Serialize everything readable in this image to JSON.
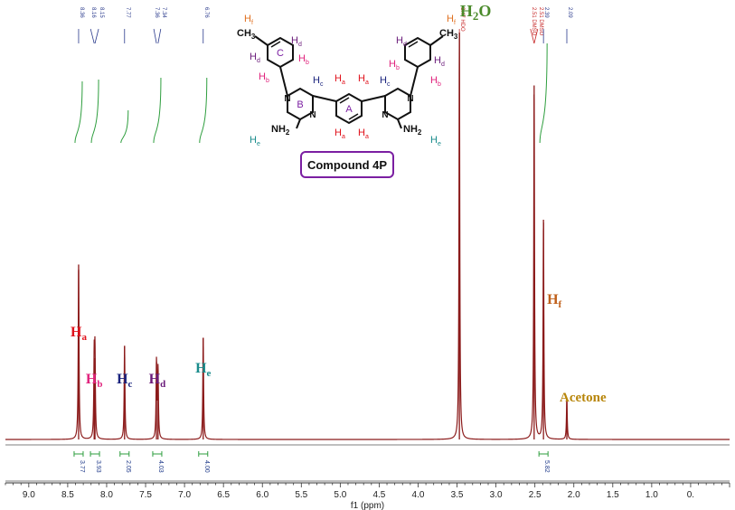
{
  "chart_data": {
    "type": "line",
    "xlabel": "f1 (ppm)",
    "xlim": [
      9.3,
      0.0
    ],
    "x_ticks": [
      "9.0",
      "8.5",
      "8.0",
      "7.5",
      "7.0",
      "6.5",
      "6.0",
      "5.5",
      "5.0",
      "4.5",
      "4.0",
      "3.5",
      "3.0",
      "2.5",
      "2.0",
      "1.5",
      "1.0",
      "0."
    ],
    "colors": {
      "spectrum": "#8b1a1a",
      "integral": "#2e9e3e",
      "shift": "#2a3a8c",
      "residual": "#c62828"
    },
    "peaks": [
      {
        "ppm": 8.36,
        "intensity": 0.43
      },
      {
        "ppm": 8.16,
        "intensity": 0.19
      },
      {
        "ppm": 8.15,
        "intensity": 0.2
      },
      {
        "ppm": 7.77,
        "intensity": 0.23
      },
      {
        "ppm": 7.36,
        "intensity": 0.19
      },
      {
        "ppm": 7.34,
        "intensity": 0.17
      },
      {
        "ppm": 6.76,
        "intensity": 0.25
      },
      {
        "ppm": 3.47,
        "intensity": 1.0
      },
      {
        "ppm": 2.51,
        "intensity": 0.87
      },
      {
        "ppm": 2.39,
        "intensity": 0.54
      },
      {
        "ppm": 2.09,
        "intensity": 0.1
      }
    ],
    "shift_labels": [
      {
        "ppm": 8.36,
        "text": "8.36",
        "color": "#2a3a8c"
      },
      {
        "ppm": 8.16,
        "text": "8.16",
        "color": "#2a3a8c"
      },
      {
        "ppm": 8.15,
        "text": "8.15",
        "color": "#2a3a8c"
      },
      {
        "ppm": 7.77,
        "text": "7.77",
        "color": "#2a3a8c"
      },
      {
        "ppm": 7.36,
        "text": "7.36",
        "color": "#2a3a8c"
      },
      {
        "ppm": 7.34,
        "text": "7.34",
        "color": "#2a3a8c"
      },
      {
        "ppm": 6.76,
        "text": "6.76",
        "color": "#2a3a8c"
      },
      {
        "ppm": 3.47,
        "text": "3.47 HDO",
        "color": "#c62828"
      },
      {
        "ppm": 2.51,
        "text": "2.51 DMSO",
        "color": "#c62828"
      },
      {
        "ppm": 2.51,
        "text": "2.51 DMSO",
        "color": "#c62828"
      },
      {
        "ppm": 2.39,
        "text": "2.39",
        "color": "#2a3a8c"
      },
      {
        "ppm": 2.09,
        "text": "2.09",
        "color": "#2a3a8c"
      }
    ],
    "integrals": [
      {
        "ppm": 8.36,
        "value": "3.77"
      },
      {
        "ppm": 8.15,
        "value": "3.93"
      },
      {
        "ppm": 7.77,
        "value": "2.05"
      },
      {
        "ppm": 7.35,
        "value": "4.03"
      },
      {
        "ppm": 6.76,
        "value": "4.00"
      },
      {
        "ppm": 2.39,
        "value": "5.82"
      }
    ],
    "annotations": [
      {
        "ppm": 8.36,
        "main": "H",
        "sub": "a",
        "color": "#e0101a",
        "size": 16
      },
      {
        "ppm": 8.16,
        "main": "H",
        "sub": "b",
        "color": "#e0227c",
        "size": 16
      },
      {
        "ppm": 7.77,
        "main": "H",
        "sub": "c",
        "color": "#1a237e",
        "size": 16
      },
      {
        "ppm": 7.35,
        "main": "H",
        "sub": "d",
        "color": "#6a1b7a",
        "size": 16
      },
      {
        "ppm": 6.76,
        "main": "H",
        "sub": "e",
        "color": "#1a8c8c",
        "size": 16
      },
      {
        "ppm": 3.47,
        "main": "H",
        "sub": "2",
        "tail": "O",
        "color": "#4a8a2a",
        "size": 18
      },
      {
        "ppm": 2.39,
        "main": "H",
        "sub": "f",
        "color": "#c0601a",
        "size": 16
      },
      {
        "ppm": 2.09,
        "main": "Acetone",
        "sub": "",
        "color": "#b8860b",
        "size": 15
      }
    ]
  },
  "structure": {
    "title": "Compound 4P",
    "ring_labels": [
      "A",
      "B",
      "C"
    ],
    "methyl": "CH",
    "methyl_sub": "3",
    "amine": "NH",
    "amine_sub": "2",
    "n_atom": "N",
    "h_letter": "H",
    "subs": {
      "a": "a",
      "b": "b",
      "c": "c",
      "d": "d",
      "e": "e",
      "f": "f"
    },
    "colors": {
      "a": "#e0101a",
      "b": "#e0227c",
      "c": "#1a237e",
      "d": "#6a1b7a",
      "e": "#1a8c8c",
      "f": "#e07020",
      "ring": "#7b1fa2"
    }
  }
}
